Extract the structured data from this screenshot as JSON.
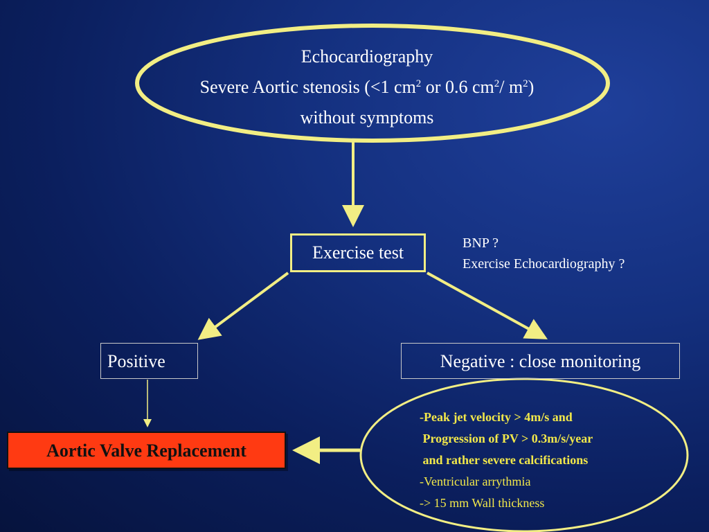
{
  "top_ellipse": {
    "line1": "Echocardiography",
    "line2_main": "Severe Aortic stenosis  (<1 cm",
    "line2_sup1": "2",
    "line2_mid": " or 0.6 cm",
    "line2_sup2": "2",
    "line2_mid2": "/ m",
    "line2_sup3": "2",
    "line2_end": ")",
    "line3": "without symptoms"
  },
  "exercise_test": "Exercise test",
  "side_notes": [
    "BNP ?",
    "Exercise Echocardiography ?"
  ],
  "positive": "Positive",
  "negative": "Negative : close monitoring",
  "aortic_valve_replacement": "Aortic Valve Replacement",
  "criteria": [
    "-Peak jet velocity > 4m/s and",
    " Progression of PV > 0.3m/s/year",
    " and rather severe calcifications",
    "-Ventricular arrythmia",
    "-> 15 mm Wall thickness"
  ],
  "colors": {
    "accent_yellow": "#f2ee84",
    "criteria_text": "#f2e84a",
    "avr_fill": "#ff3a12",
    "background": "#0b1f5e"
  }
}
